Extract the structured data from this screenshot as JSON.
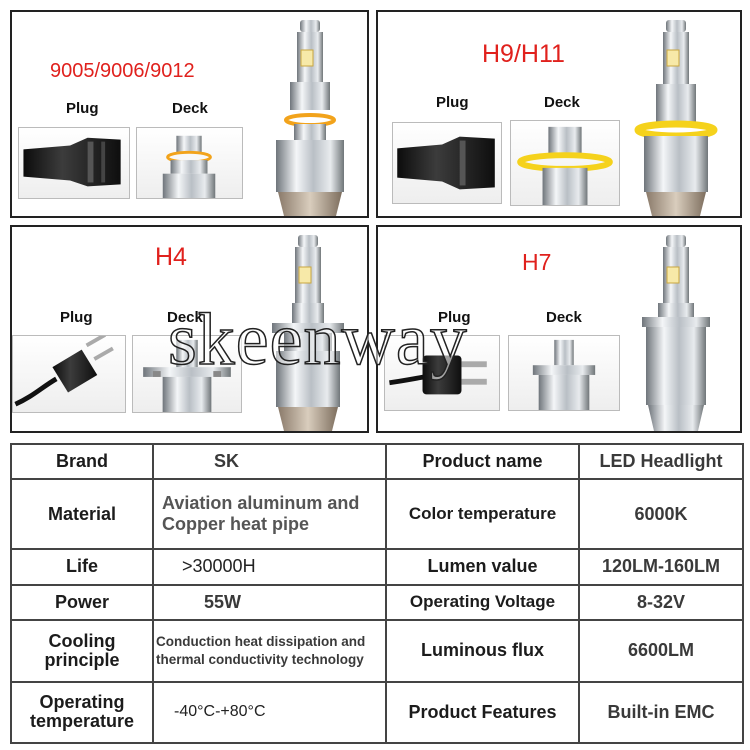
{
  "panels": [
    {
      "title": "9005/9006/9012",
      "plug_label": "Plug",
      "deck_label": "Deck"
    },
    {
      "title": "H9/H11",
      "plug_label": "Plug",
      "deck_label": "Deck"
    },
    {
      "title": "H4",
      "plug_label": "Plug",
      "deck_label": "Deck"
    },
    {
      "title": "H7",
      "plug_label": "Plug",
      "deck_label": "Deck"
    }
  ],
  "watermark": "skeenway",
  "specs": [
    {
      "label1": "Brand",
      "value1": "SK",
      "label2": "Product name",
      "value2": "LED Headlight"
    },
    {
      "label1": "Material",
      "value1": "Aviation aluminum and Copper heat pipe",
      "label2": "Color temperature",
      "value2": "6000K"
    },
    {
      "label1": "Life",
      "value1": ">30000H",
      "label2": "Lumen value",
      "value2": "120LM-160LM"
    },
    {
      "label1": "Power",
      "value1": "55W",
      "label2": "Operating Voltage",
      "value2": "8-32V"
    },
    {
      "label1": "Cooling principle",
      "value1": "Conduction heat dissipation and thermal conductivity technology",
      "label2": "Luminous flux",
      "value2": "6600LM"
    },
    {
      "label1": "Operating temperature",
      "value1": "-40°C-+80°C",
      "label2": "Product Features",
      "value2": "Built-in EMC"
    }
  ],
  "colors": {
    "title_red": "#e0211d",
    "ring_orange": "#f2a31b",
    "ring_yellow": "#f5d21c",
    "border": "#222222"
  }
}
